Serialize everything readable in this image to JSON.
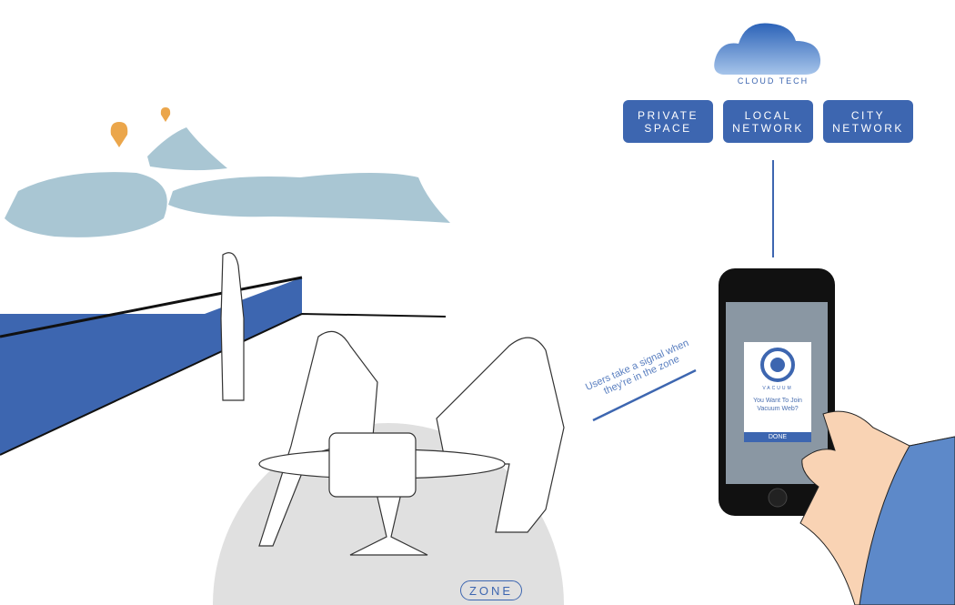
{
  "cloud": {
    "label": "CLOUD TECH"
  },
  "networks": [
    {
      "label": "PRIVATE SPACE"
    },
    {
      "label": "LOCAL NETWORK"
    },
    {
      "label": "CITY NETWORK"
    }
  ],
  "signal_caption": "Users take a signal when they're in the zone",
  "zone_label": "ZONE",
  "phone": {
    "brand": "VACUUM",
    "question": "You Want To Join Vacuum Web?",
    "button": "DONE"
  },
  "colors": {
    "accent": "#3d66b0",
    "cloud_shape": "#a9c6d3",
    "balloon": "#eba64b",
    "zone": "#e0e0e0",
    "skin": "#f9d3b4"
  }
}
